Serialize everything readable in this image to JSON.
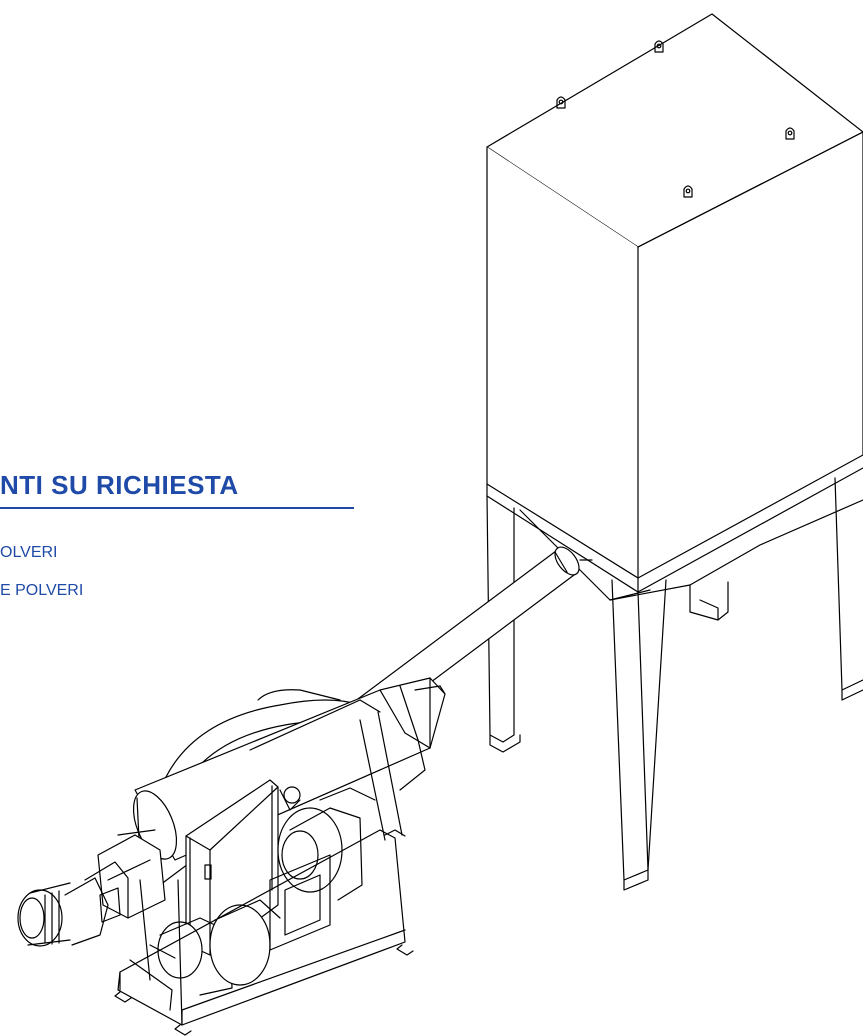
{
  "section": {
    "heading": "NTI SU RICHIESTA",
    "items": [
      "OLVERI",
      "E POLVERI"
    ]
  },
  "colors": {
    "accent": "#1f4aa8",
    "line": "#000000",
    "background": "#ffffff"
  }
}
